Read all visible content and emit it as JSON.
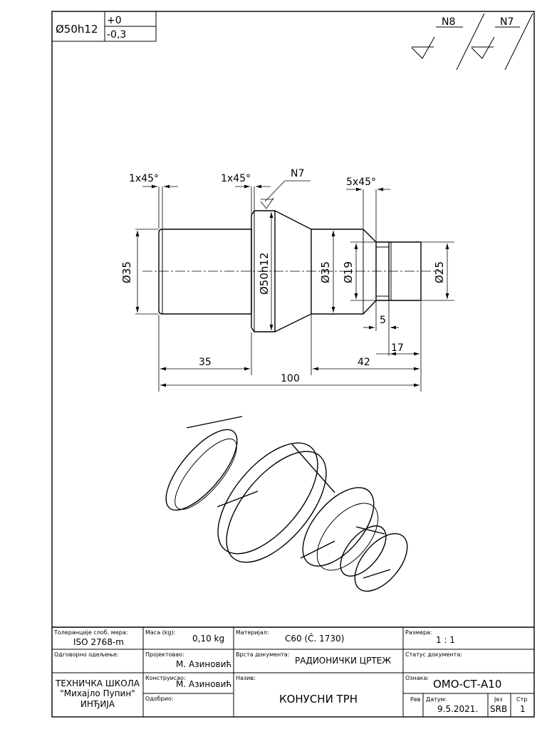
{
  "tolerance_box": {
    "size": "Ø50h12",
    "upper": "+0",
    "lower": "-0,3"
  },
  "surface_finish": {
    "general": "N8",
    "special": "N7"
  },
  "dimensions": {
    "chamfer_left": "1x45°",
    "chamfer_mid": "1x45°",
    "chamfer_right": "5x45°",
    "finish_cone": "N7",
    "dia_35_left": "Ø35",
    "dia_50": "Ø50h12",
    "dia_35_right": "Ø35",
    "dia_19": "Ø19",
    "dia_25": "Ø25",
    "len_5": "5",
    "len_17": "17",
    "len_35": "35",
    "len_42": "42",
    "len_100": "100"
  },
  "title_block": {
    "tolerance_label": "Толеранције слоб. мера:",
    "tolerance_value": "ISO 2768-m",
    "mass_label": "Маса (kg):",
    "mass_value": "0,10 kg",
    "material_label": "Материјал:",
    "material_value": "C60 (Č. 1730)",
    "scale_label": "Размера:",
    "scale_value": "1 : 1",
    "dept_label": "Одговорно одељење:",
    "designer_label": "Пројектовао:",
    "designer_value": "М. Азиновић",
    "doc_type_label": "Врста документа:",
    "doc_type_value": "РАДИОНИЧКИ ЦРТЕЖ",
    "doc_status_label": "Статус документа:",
    "school_line1": "ТЕХНИЧКА ШКОЛА",
    "school_line2": "\"Михајло Пупин\"",
    "school_line3": "ИНЂИЈА",
    "constructed_label": "Конструисао:",
    "constructed_value": "М. Азиновић",
    "approved_label": "Одобрио:",
    "name_label": "Назив:",
    "name_value": "КОНУСНИ ТРН",
    "id_label": "Ознака:",
    "id_value": "ОМО-СТ-А10",
    "rev_label": "Рев",
    "date_label": "Датум:",
    "date_value": "9.5.2021.",
    "lang_label": "Јез",
    "lang_value": "SRB",
    "sheet_label": "Стр",
    "sheet_value": "1"
  }
}
